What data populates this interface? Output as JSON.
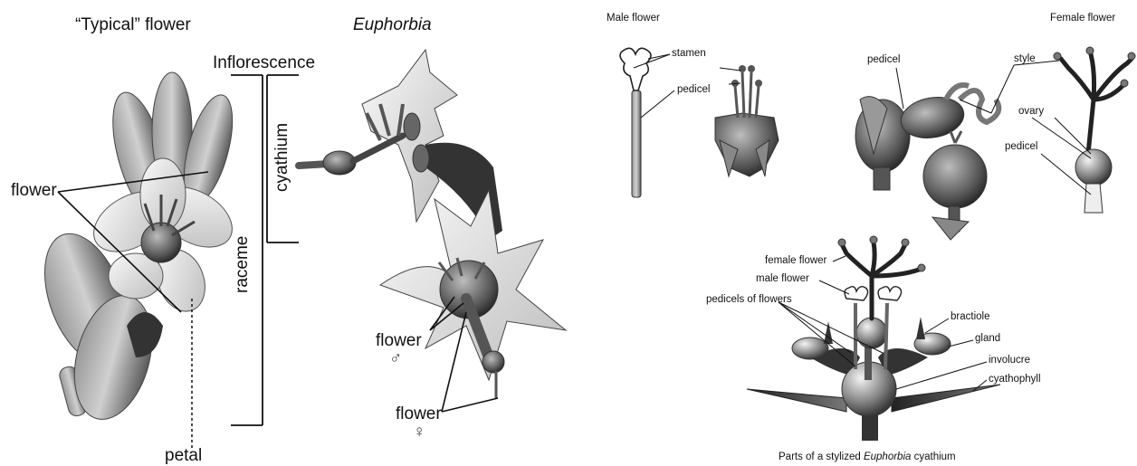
{
  "left": {
    "title_typical": "“Typical” flower",
    "title_euphorbia": "Euphorbia",
    "inflorescence": "Inflorescence",
    "cyathium": "cyathium",
    "raceme": "raceme",
    "flower": "flower",
    "petal": "petal",
    "flower_male": "flower",
    "male_symbol": "♂",
    "flower_female": "flower",
    "female_symbol": "♀"
  },
  "right": {
    "male_flower_title": "Male flower",
    "female_flower_title": "Female flower",
    "stamen": "stamen",
    "pedicel_male": "pedicel",
    "pedicel_top": "pedicel",
    "style": "style",
    "ovary": "ovary",
    "pedicel_female": "pedicel",
    "female_flower": "female flower",
    "male_flower": "male flower",
    "pedicels_of_flowers": "pedicels of flowers",
    "bractiole": "bractiole",
    "gland": "gland",
    "involucre": "involucre",
    "cyathophyll": "cyathophyll",
    "caption_pre": "Parts of a stylized ",
    "caption_it": "Euphorbia",
    "caption_post": " cyathium"
  },
  "colors": {
    "ink": "#111111",
    "shade": "#6e6e6e",
    "light": "#d8d8d8"
  }
}
